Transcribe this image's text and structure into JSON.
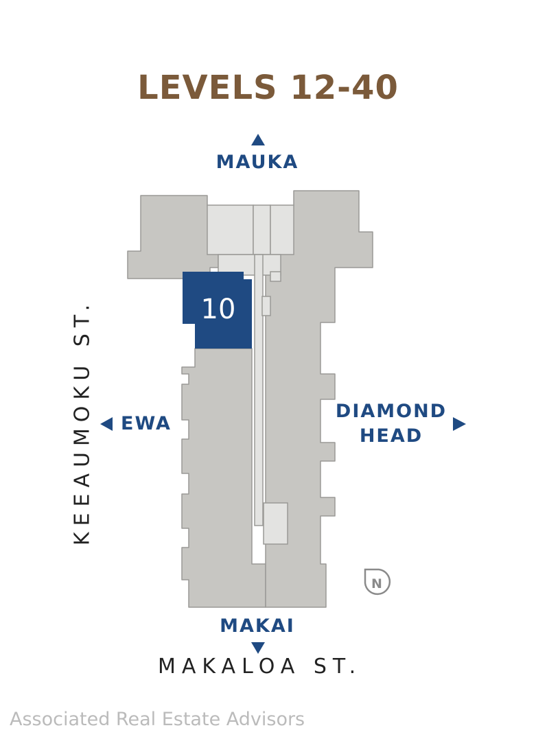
{
  "title": "LEVELS 12-40",
  "directions": {
    "north": "MAUKA",
    "west": "EWA",
    "east_line1": "DIAMOND",
    "east_line2": "HEAD",
    "south": "MAKAI"
  },
  "streets": {
    "south": "MAKALOA ST.",
    "west": "KEEAUMOKU ST."
  },
  "unit": {
    "number": "10",
    "status": "highlighted"
  },
  "compass": "N",
  "watermark": "Associated Real Estate Advisors",
  "colors": {
    "title": "#7b5a3a",
    "direction_text": "#1f4a82",
    "highlight_unit": "#1f4a82",
    "building": "#c7c6c2",
    "core": "#e3e3e1",
    "outline": "#9a9996"
  },
  "icons": {
    "north_arrow": "triangle-up-icon",
    "south_arrow": "triangle-down-icon",
    "west_arrow": "triangle-left-icon",
    "east_arrow": "triangle-right-icon",
    "compass": "compass-north-icon"
  }
}
